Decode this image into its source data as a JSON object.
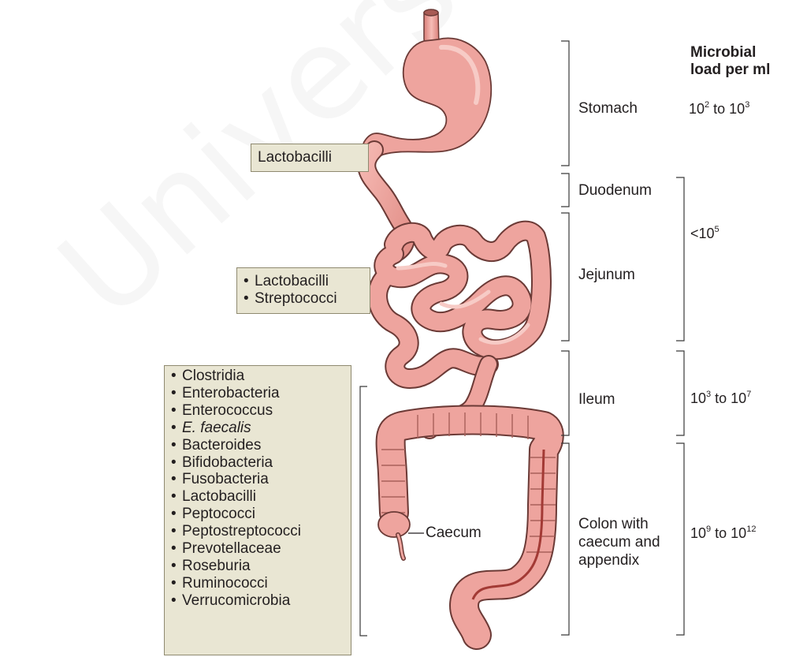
{
  "watermark": "University of",
  "header": {
    "line1": "Microbial",
    "line2": "load per ml"
  },
  "boxes": {
    "stomach_box": [
      "Lactobacilli"
    ],
    "small_intestine_box": [
      "Lactobacilli",
      "Streptococci"
    ],
    "colon_box": [
      {
        "text": "Clostridia",
        "italic": false
      },
      {
        "text": "Enterobacteria",
        "italic": false
      },
      {
        "text": "Enterococcus",
        "italic": false
      },
      {
        "text": "E. faecalis",
        "italic": true
      },
      {
        "text": "Bacteroides",
        "italic": false
      },
      {
        "text": "Bifidobacteria",
        "italic": false
      },
      {
        "text": "Fusobacteria",
        "italic": false
      },
      {
        "text": "Lactobacilli",
        "italic": false
      },
      {
        "text": "Peptococci",
        "italic": false
      },
      {
        "text": "Peptostreptococci",
        "italic": false
      },
      {
        "text": "Prevotellaceae",
        "italic": false
      },
      {
        "text": "Roseburia",
        "italic": false
      },
      {
        "text": "Ruminococci",
        "italic": false
      },
      {
        "text": "Verrucomicrobia",
        "italic": false
      }
    ]
  },
  "regions": {
    "stomach": "Stomach",
    "duodenum": "Duodenum",
    "jejunum": "Jejunum",
    "ileum": "Ileum",
    "colon": [
      "Colon with",
      "caecum and",
      "appendix"
    ],
    "caecum": "Caecum"
  },
  "loads": {
    "stomach": {
      "base1": "10",
      "exp1": "2",
      "mid": " to ",
      "base2": "10",
      "exp2": "3"
    },
    "upper_small": {
      "base1": "<10",
      "exp1": "5"
    },
    "ileum": {
      "base1": "10",
      "exp1": "3",
      "mid": " to ",
      "base2": "10",
      "exp2": "7"
    },
    "colon": {
      "base1": "10",
      "exp1": "9",
      "mid": " to ",
      "base2": "10",
      "exp2": "12"
    }
  },
  "colors": {
    "organ_fill": "#eea49e",
    "organ_light": "#f6c3bd",
    "organ_stroke": "#6b3a36",
    "box_fill": "#e9e6d3",
    "box_border": "#8f8a70",
    "bracket": "#3a3a3a"
  }
}
